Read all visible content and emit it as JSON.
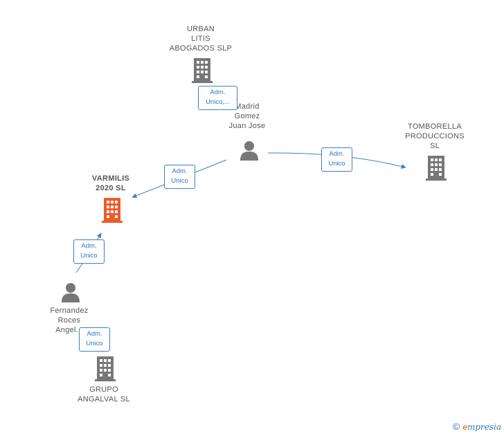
{
  "nodes": {
    "urban": {
      "label": "URBAN\nLITIS\nABOGADOS  SLP",
      "type": "company"
    },
    "madrid": {
      "label": "Madrid\nGomez\nJuan Jose",
      "type": "person"
    },
    "tomborella": {
      "label": "TOMBORELLA\nPRODUCCIONS\nSL",
      "type": "company"
    },
    "varmilis": {
      "label": "VARMILIS\n2020  SL",
      "type": "company",
      "focus": true
    },
    "fernandez": {
      "label": "Fernandez\nRoces\nAngel...",
      "type": "person"
    },
    "grupo": {
      "label": "GRUPO\nANGALVAL  SL",
      "type": "company"
    }
  },
  "edges": {
    "urban_madrid": {
      "label": "Adm.\nUnico,..."
    },
    "madrid_varmilis": {
      "label": "Adm.\nUnico"
    },
    "madrid_tomborella": {
      "label": "Adm.\nUnico"
    },
    "fernandez_varmilis": {
      "label": "Adm.\nUnico"
    },
    "grupo_fernandez": {
      "label": "Adm.\nUnico"
    }
  },
  "colors": {
    "company": "#777777",
    "focus": "#f05a28",
    "person": "#777777",
    "edge": "#3a7fc9"
  },
  "watermark": {
    "symbol": "©",
    "brand_initial": "e",
    "brand_rest": "mpresia"
  }
}
